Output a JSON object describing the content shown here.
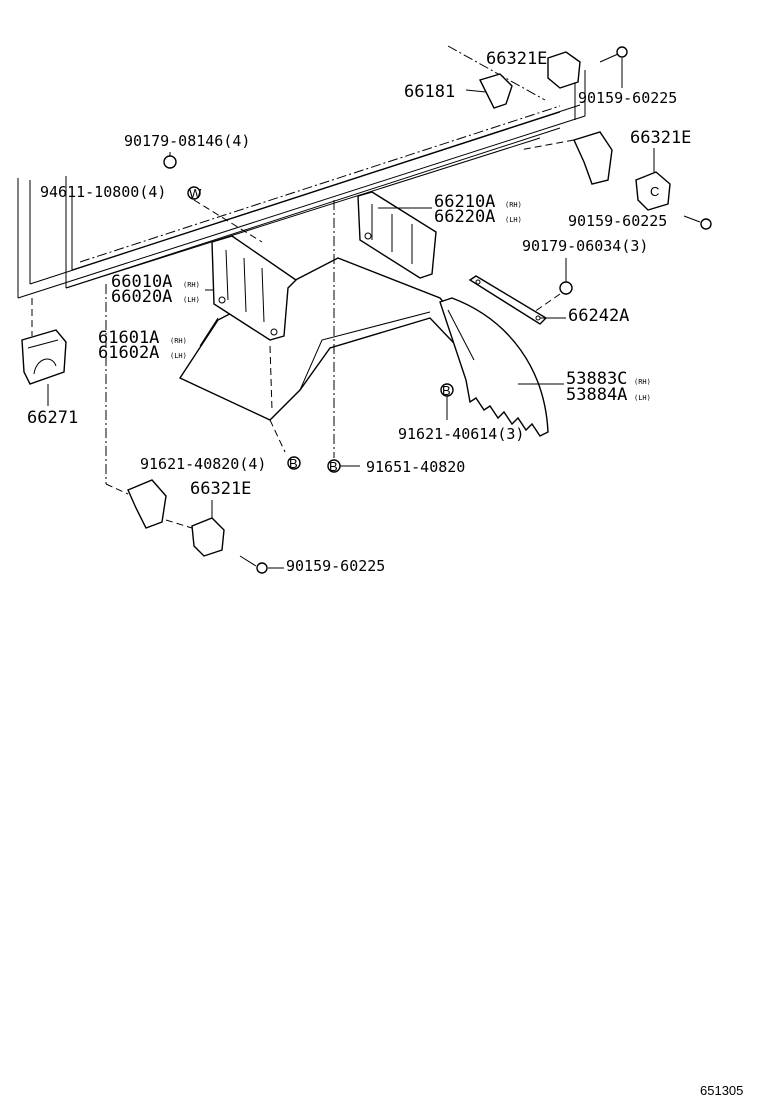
{
  "labels": {
    "p66321E_top": "66321E",
    "p66181": "66181",
    "p90159_60225_top": "90159-60225",
    "p90179_08146": "90179-08146(4)",
    "p94611_10800": "94611-10800(4)",
    "p66321E_right": "66321E",
    "p66210A": "66210A",
    "p66220A": "66220A",
    "p90159_60225_right": "90159-60225",
    "p90179_06034": "90179-06034(3)",
    "p66010A": "66010A",
    "p66020A": "66020A",
    "p66242A": "66242A",
    "p61601A": "61601A",
    "p61602A": "61602A",
    "p53883C": "53883C",
    "p53884A": "53884A",
    "p66271": "66271",
    "p91621_40614": "91621-40614(3)",
    "p91621_40820": "91621-40820(4)",
    "p91651_40820": "91651-40820",
    "p66321E_bottom": "66321E",
    "p90159_60225_bottom": "90159-60225"
  },
  "side": {
    "rh": "(RH)",
    "lh": "(LH)"
  },
  "marks": {
    "w": "W",
    "b": "B",
    "c": "C"
  },
  "ref_number": "651305"
}
